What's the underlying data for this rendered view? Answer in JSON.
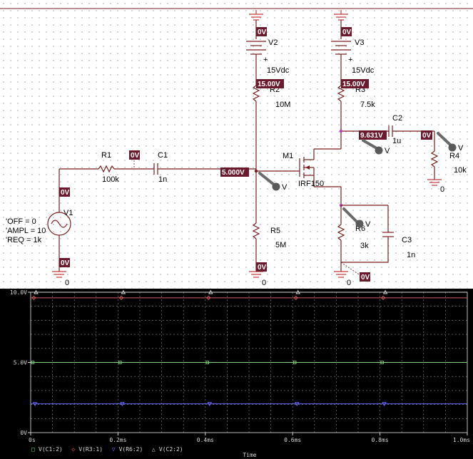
{
  "schematic": {
    "parts": {
      "v2": {
        "name": "V2",
        "value": "15Vdc",
        "plus": "+"
      },
      "v3": {
        "name": "V3",
        "value": "15Vdc",
        "plus": "+"
      },
      "r1": {
        "name": "R1",
        "value": "100k"
      },
      "c1": {
        "name": "C1",
        "value": "1n"
      },
      "m1": {
        "name": "M1",
        "value": "IRF150"
      },
      "r2": {
        "name": "R2",
        "value": "10M"
      },
      "r3": {
        "name": "R3",
        "value": "7.5k"
      },
      "c2": {
        "name": "C2",
        "value": "1u"
      },
      "r4": {
        "name": "R4",
        "value": "10k"
      },
      "r5": {
        "name": "R5",
        "value": "5M"
      },
      "r6": {
        "name": "R6",
        "value": "3k"
      },
      "c3": {
        "name": "C3",
        "value": "1n"
      },
      "v1": {
        "name": "V1",
        "voff": "'OFF = 0",
        "vampl": "'AMPL = 10",
        "freq": "'REQ = 1k"
      }
    },
    "bias_markers": {
      "v2_gnd": "0V",
      "v3_gnd": "0V",
      "v2_top": "15.00V",
      "v3_top": "15.00V",
      "c1_left": "0V",
      "v1_top": "0V",
      "v1_bottom": "0V",
      "gate": "5.000V",
      "drain": "9.631V",
      "out": "0V",
      "r5_bottom": "0V",
      "source_gnd": "0V"
    },
    "ground_labels": {
      "g1": "0",
      "g2": "0",
      "g3": "0",
      "g4": "0"
    },
    "probe_label": "V"
  },
  "probe": {
    "y_ticks": [
      "10.0V",
      "5.0V",
      "0V"
    ],
    "x_ticks": [
      "0s",
      "0.2ms",
      "0.4ms",
      "0.6ms",
      "0.8ms",
      "1.0ms"
    ],
    "x_label": "Time",
    "legend": [
      {
        "symbol": "□",
        "label": "V(C1:2)",
        "color": "#7fd87f"
      },
      {
        "symbol": "◇",
        "label": "V(R3:1)",
        "color": "#d85a5a"
      },
      {
        "symbol": "▽",
        "label": "V(R6:2)",
        "color": "#6a6aff"
      },
      {
        "symbol": "△",
        "label": "V(C2:2)",
        "color": "#d8d8d8"
      }
    ]
  },
  "chart_data": {
    "type": "line",
    "xlabel": "Time",
    "ylabel": "",
    "xlim": [
      0,
      1.0
    ],
    "ylim": [
      0,
      10
    ],
    "x": [
      0,
      0.2,
      0.4,
      0.6,
      0.8,
      1.0
    ],
    "series": [
      {
        "name": "V(C1:2)",
        "values": [
          5.0,
          5.0,
          5.0,
          5.0,
          5.0,
          5.0
        ],
        "color": "#7fd87f"
      },
      {
        "name": "V(R3:1)",
        "values": [
          9.6,
          9.6,
          9.6,
          9.6,
          9.6,
          9.6
        ],
        "color": "#d85a5a"
      },
      {
        "name": "V(R6:2)",
        "values": [
          2.05,
          2.05,
          2.05,
          2.05,
          2.05,
          2.05
        ],
        "color": "#6a6aff"
      },
      {
        "name": "V(C2:2)",
        "values": [
          10.0,
          10.0,
          10.0,
          10.0,
          10.0,
          10.0
        ],
        "color": "#d8d8d8"
      }
    ],
    "x_unit": "ms",
    "grid": true,
    "legend_position": "bottom-left"
  }
}
